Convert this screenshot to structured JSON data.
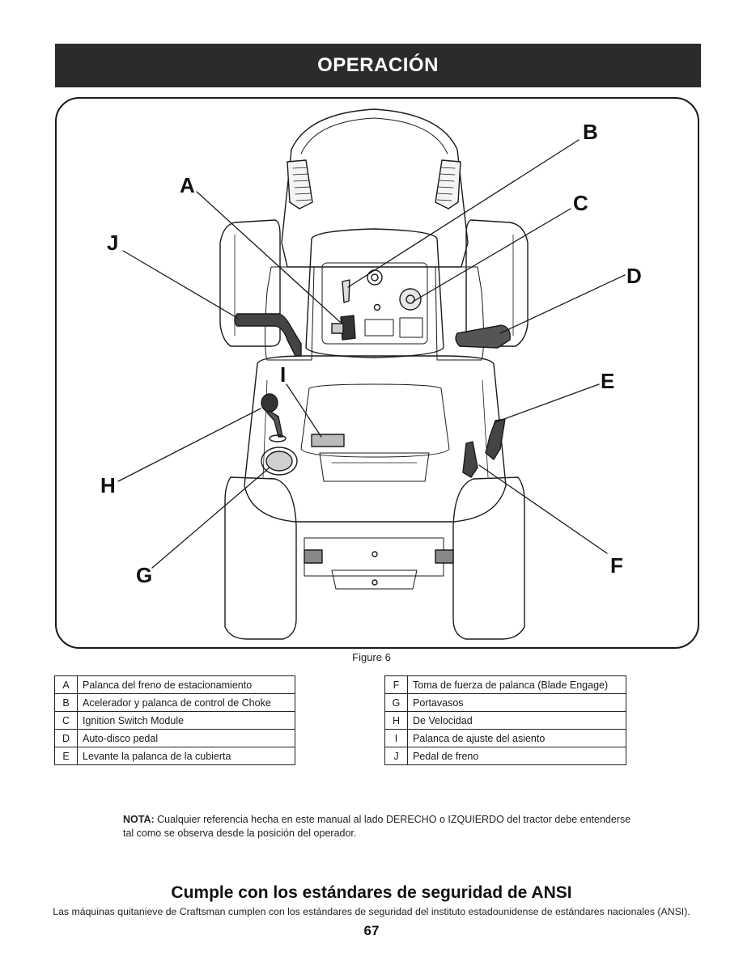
{
  "header": {
    "title": "OPERACIÓN"
  },
  "figure": {
    "callouts": {
      "a": "A",
      "b": "B",
      "c": "C",
      "d": "D",
      "e": "E",
      "f": "F",
      "g": "G",
      "h": "H",
      "i": "I",
      "j": "J"
    },
    "caption": "Figure 6"
  },
  "legend_left": [
    {
      "key": "A",
      "label": "Palanca del freno de estacionamiento"
    },
    {
      "key": "B",
      "label": "Acelerador y palanca de control de Choke"
    },
    {
      "key": "C",
      "label": "Ignition Switch Module"
    },
    {
      "key": "D",
      "label": "Auto-disco pedal"
    },
    {
      "key": "E",
      "label": "Levante la palanca de la cubierta"
    }
  ],
  "legend_right": [
    {
      "key": "F",
      "label": "Toma de fuerza de palanca (Blade Engage)"
    },
    {
      "key": "G",
      "label": "Portavasos"
    },
    {
      "key": "H",
      "label": "De Velocidad"
    },
    {
      "key": "I",
      "label": "Palanca de ajuste del asiento"
    },
    {
      "key": "J",
      "label": "Pedal de freno"
    }
  ],
  "note": {
    "label": "NOTA:",
    "text": "Cualquier referencia hecha en este manual al lado DERECHO o IZQUIERDO del tractor debe entenderse tal como se observa desde la posición del operador."
  },
  "ansi": {
    "heading": "Cumple con los estándares de seguridad de ANSI",
    "text": "Las máquinas quitanieve de Craftsman cumplen con los estándares de seguridad del instituto estadounidense de estándares nacionales (ANSI)."
  },
  "page_number": "67"
}
